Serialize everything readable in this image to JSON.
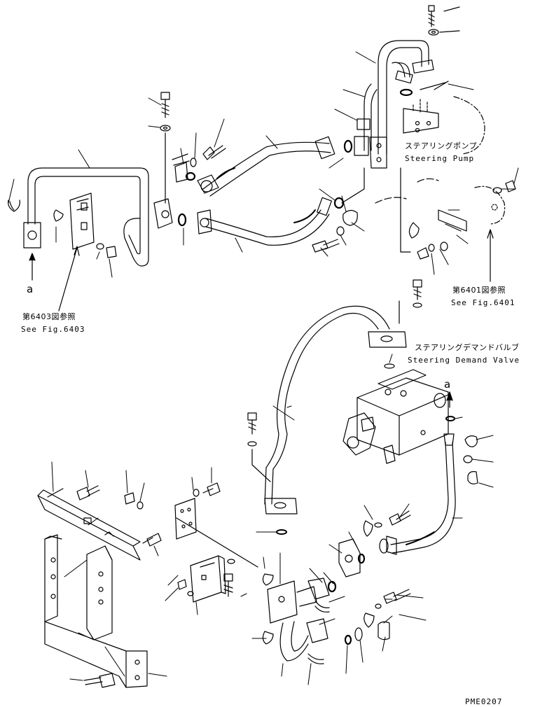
{
  "labels": {
    "steering_pump_jp": "ステアリングポンプ",
    "steering_pump_en": "Steering Pump",
    "fig6401_jp": "第6401図参照",
    "fig6401_en": "See Fig.6401",
    "fig6403_jp": "第6403図参照",
    "fig6403_en": "See Fig.6403",
    "demand_valve_jp": "ステアリングデマンドバルブ",
    "demand_valve_en": "Steering Demand Valve",
    "connector_a_left": "a",
    "connector_a_right": "a",
    "drawing_code": "PME0207"
  }
}
